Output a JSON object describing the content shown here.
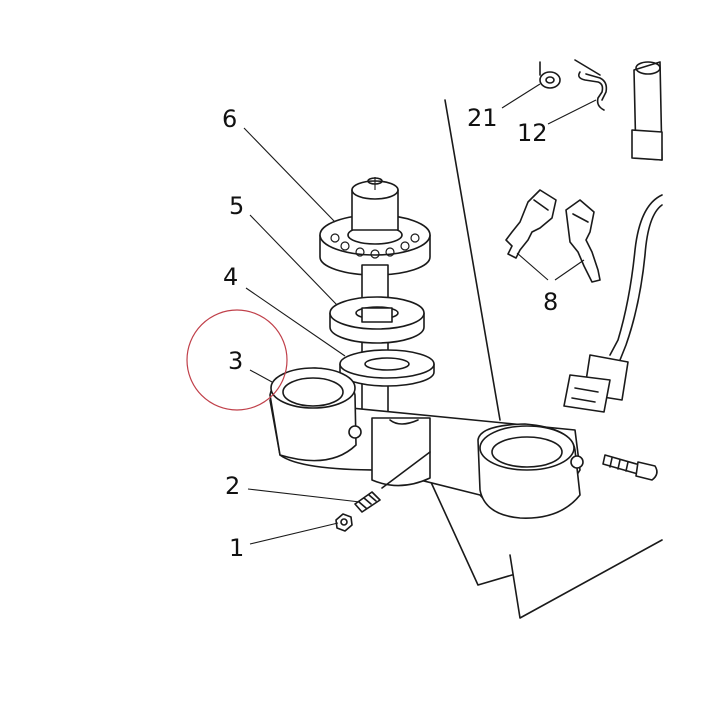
{
  "diagram": {
    "callouts": [
      {
        "id": "1",
        "label": "1"
      },
      {
        "id": "2",
        "label": "2"
      },
      {
        "id": "3",
        "label": "3"
      },
      {
        "id": "4",
        "label": "4"
      },
      {
        "id": "5",
        "label": "5"
      },
      {
        "id": "6",
        "label": "6"
      },
      {
        "id": "8",
        "label": "8"
      },
      {
        "id": "12",
        "label": "12"
      },
      {
        "id": "21",
        "label": "21"
      }
    ],
    "highlight": {
      "target": "3",
      "color": "#c0404a"
    }
  }
}
